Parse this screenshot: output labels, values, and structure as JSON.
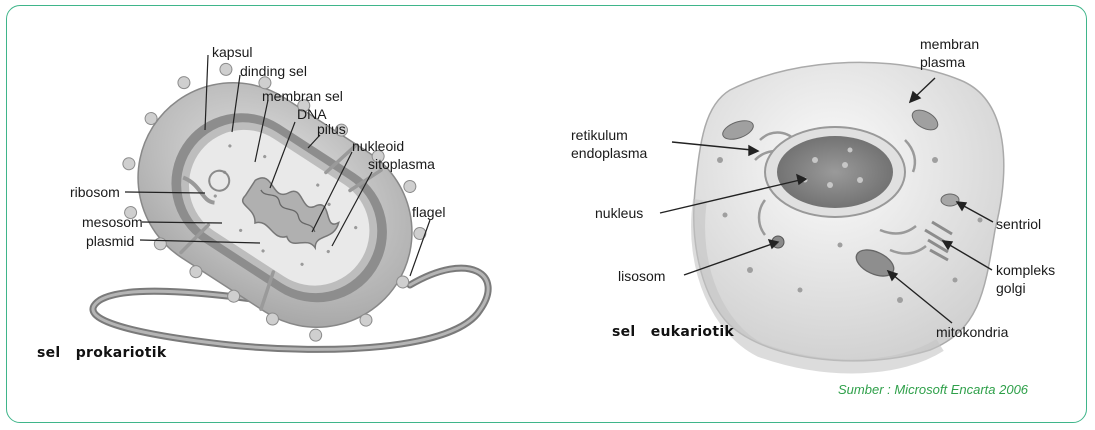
{
  "prokaryote": {
    "caption": "sel   prokariotik",
    "labels": {
      "kapsul": "kapsul",
      "dinding_sel": "dinding sel",
      "membran_sel": "membran sel",
      "dna": "DNA",
      "pilus": "pilus",
      "nukleoid": "nukleoid",
      "sitoplasma": "sitoplasma",
      "ribosom": "ribosom",
      "mesosom": "mesosom",
      "plasmid": "plasmid",
      "flagel": "flagel"
    }
  },
  "eukaryote": {
    "caption": "sel   eukariotik",
    "labels": {
      "membran_plasma_1": "membran",
      "membran_plasma_2": "plasma",
      "retikulum_1": "retikulum",
      "retikulum_2": "endoplasma",
      "nukleus": "nukleus",
      "lisosom": "lisosom",
      "sentriol": "sentriol",
      "kompleks_1": "kompleks",
      "kompleks_2": "golgi",
      "mitokondria": "mitokondria"
    }
  },
  "source": "Sumber : Microsoft Encarta 2006",
  "colors": {
    "frame": "#3fb58a",
    "source": "#2fa04a"
  }
}
